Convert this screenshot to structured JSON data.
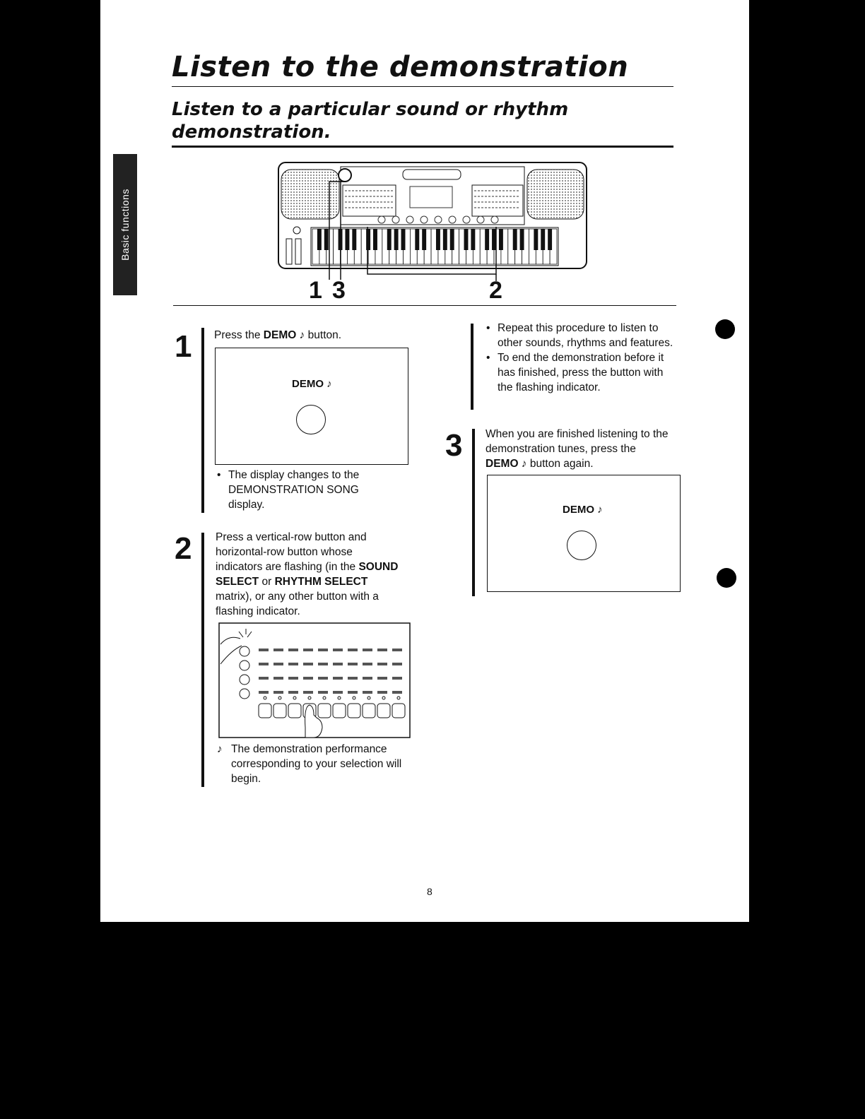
{
  "page": {
    "title": "Listen to the demonstration",
    "subtitle_line1": "Listen to a particular sound or rhythm",
    "subtitle_line2": "demonstration.",
    "side_tab": "Basic functions",
    "page_number": "8"
  },
  "figure": {
    "callout_1": "1",
    "callout_3": "3",
    "callout_2": "2"
  },
  "step1": {
    "number": "1",
    "text_pre": "Press the ",
    "text_bold": "DEMO",
    "text_post": " button.",
    "box_label": "DEMO",
    "note": "The display changes to the DEMONSTRATION SONG display."
  },
  "step2": {
    "number": "2",
    "text_a": "Press a vertical-row button and horizontal-row button whose indicators are flashing (in the ",
    "bold_a": "SOUND SELECT",
    "text_b": " or ",
    "bold_b": "RHYTHM SELECT",
    "text_c": " matrix), or any other button with a flashing indicator.",
    "note": "The demonstration performance corresponding to your selection will begin."
  },
  "right_notes": {
    "bullet1": "Repeat this procedure to listen to other sounds, rhythms and features.",
    "bullet2": "To end the demonstration before it has finished, press the button with the flashing indicator."
  },
  "step3": {
    "number": "3",
    "text_pre": "When you are finished listening to the demonstration tunes, press the ",
    "text_bold": "DEMO",
    "text_post": " button again.",
    "box_label": "DEMO"
  },
  "icons": {
    "note": "♪"
  }
}
